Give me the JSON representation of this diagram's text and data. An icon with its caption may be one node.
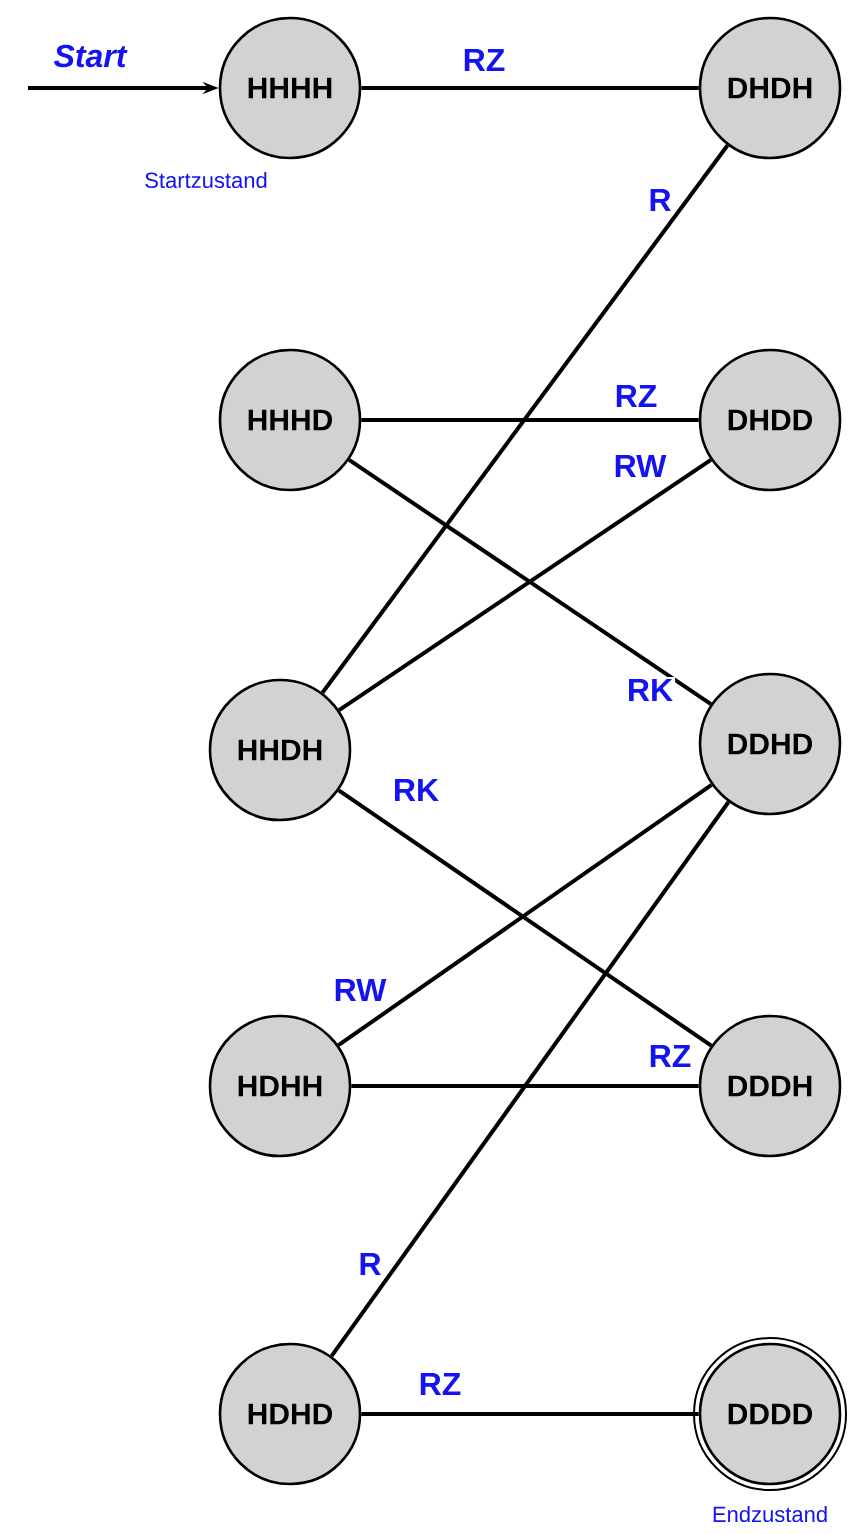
{
  "diagram": {
    "nodes": [
      {
        "text": [
          "HHHH"
        ],
        "beside": [
          "Startzustand"
        ]
      },
      {
        "text": [
          "DHDH"
        ]
      },
      {
        "text": [
          "HHHD"
        ]
      },
      {
        "text": [
          "DHDD"
        ]
      },
      {
        "text": [
          "HHDH"
        ]
      },
      {
        "text": [
          "DDHD"
        ]
      },
      {
        "text": [
          "HDHH"
        ]
      },
      {
        "text": [
          "DDDH"
        ]
      },
      {
        "text": [
          "HDHD"
        ]
      },
      {
        "text": [
          "DDDD"
        ],
        "beside": [
          "Endzustand"
        ]
      }
    ],
    "edges": [
      {
        "from": null,
        "to": 0,
        "arrow": "to",
        "label": "Start"
      },
      {
        "from": 0,
        "to": 1,
        "arrow": "none",
        "label": "RZ"
      },
      {
        "from": 4,
        "to": 1,
        "arrow": "none",
        "label": "R"
      },
      {
        "from": 2,
        "to": 3,
        "arrow": "none",
        "label": "RZ"
      },
      {
        "from": 4,
        "to": 3,
        "arrow": "none",
        "label": "RW"
      },
      {
        "from": 2,
        "to": 5,
        "arrow": "none",
        "label": "RK"
      },
      {
        "from": 4,
        "to": 7,
        "arrow": "none",
        "label": "RK"
      },
      {
        "from": 6,
        "to": 5,
        "arrow": "none",
        "label": "RW"
      },
      {
        "from": 6,
        "to": 7,
        "arrow": "none",
        "label": "RZ"
      },
      {
        "from": 8,
        "to": 5,
        "arrow": "none",
        "label": "R"
      },
      {
        "from": 8,
        "to": 9,
        "arrow": "none",
        "label": "RZ"
      }
    ]
  }
}
